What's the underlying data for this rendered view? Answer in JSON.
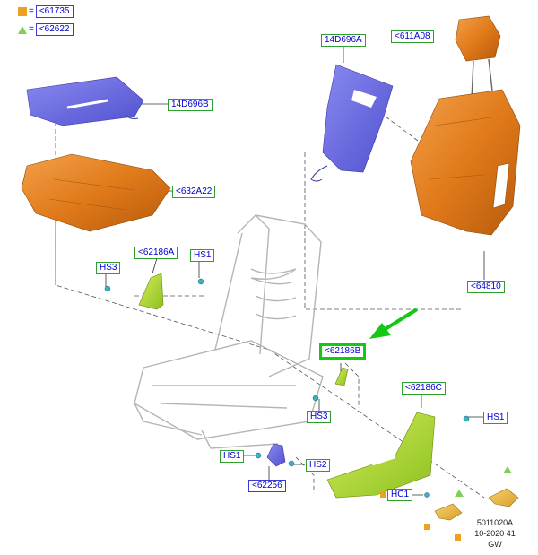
{
  "legend": [
    {
      "symbol": "square",
      "color": "#f0a020",
      "code": "<61735"
    },
    {
      "symbol": "triangle",
      "color": "#7fd05a",
      "code": "<62622"
    }
  ],
  "callouts": {
    "c_14d696a": "14D696A",
    "c_611a08": "<611A08",
    "c_14d696b": "14D696B",
    "c_632a22": "<632A22",
    "c_62186a": "<62186A",
    "c_hs1_top": "HS1",
    "c_hs3_left": "HS3",
    "c_64810": "<64810",
    "c_62186b": "<62186B",
    "c_hs3_mid": "HS3",
    "c_62186c": "<62186C",
    "c_hs1_right": "HS1",
    "c_hs1_bottom": "HS1",
    "c_hs2": "HS2",
    "c_62256": "<62256",
    "c_hc1": "HC1"
  },
  "footnote": {
    "line1": "5011020A",
    "line2": "10-2020 41",
    "line3": "GW"
  },
  "colors": {
    "foam_orange": "#e07a1a",
    "heater_blue": "#6a6ae0",
    "trim_green": "#a8d42a",
    "frame_gray": "#bfbfbf",
    "callout_text": "#0000cc",
    "highlight_green": "#14c814"
  }
}
